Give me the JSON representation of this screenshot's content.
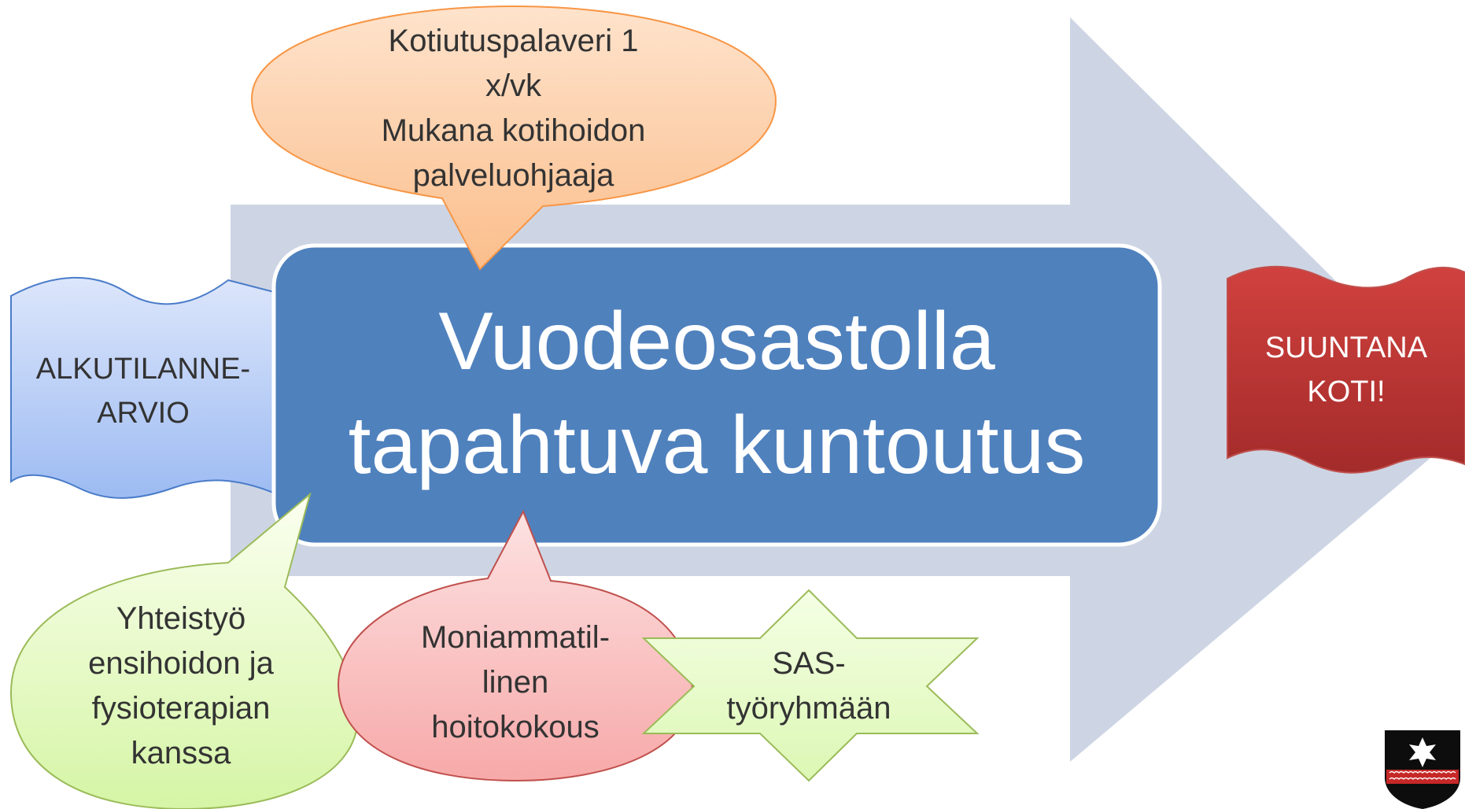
{
  "central": {
    "lines": [
      "Vuodeosastolla",
      "tapahtuva kuntoutus"
    ]
  },
  "start": {
    "lines": [
      "ALKUTILANNE-",
      "ARVIO"
    ]
  },
  "goal": {
    "lines": [
      "SUUNTANA",
      "KOTI!"
    ]
  },
  "callouts": {
    "top": {
      "lines": [
        "Kotiutuspalaveri 1",
        "x/vk",
        "Mukana kotihoidon",
        "palveluohjaaja"
      ]
    },
    "bottom_left": {
      "lines": [
        "Yhteistyö",
        "ensihoidon ja",
        "fysioterapian",
        "kanssa"
      ]
    },
    "bottom_middle": {
      "lines": [
        "Moniammatil-",
        "linen",
        "hoitokokous"
      ]
    },
    "star": {
      "lines": [
        "SAS-",
        "työryhmään"
      ]
    }
  },
  "colors": {
    "arrow": "#CDD5E4",
    "central_fill": "#4F81BD",
    "start_fill_top": "#DCE6FB",
    "start_fill_bottom": "#9DBBF2",
    "goal_fill_top": "#D0413E",
    "goal_fill_bottom": "#A32B2A",
    "top_callout_top": "#FEE3CC",
    "top_callout_bottom": "#FBBE8C",
    "left_callout_top": "#FBFFF0",
    "left_callout_bottom": "#D5F5A5",
    "mid_callout_top": "#FDE2E2",
    "mid_callout_bottom": "#F7A9A9",
    "star_top": "#F5FFE5",
    "star_bottom": "#DCF7B4"
  },
  "emblem": {
    "icon": "coat-of-arms-star-icon"
  }
}
